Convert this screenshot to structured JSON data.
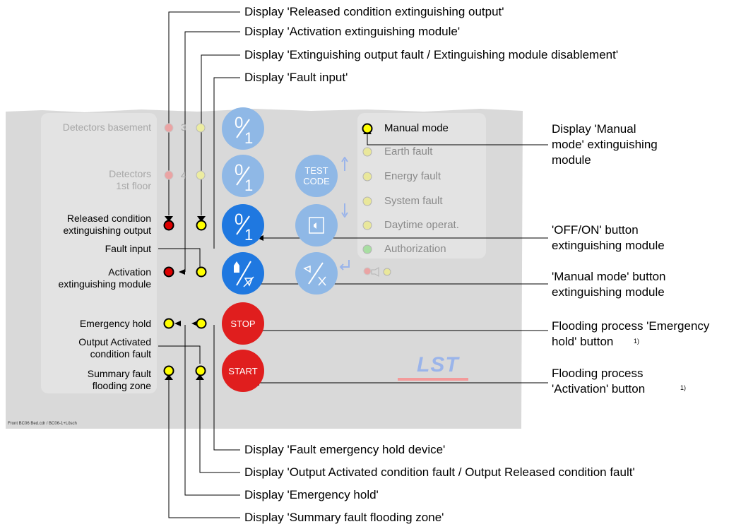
{
  "top_callouts": [
    "Display 'Released condition extinguishing output'",
    "Display 'Activation extinguishing module'",
    "Display 'Extinguishing output fault / Extinguishing module disablement'",
    "Display 'Fault input'"
  ],
  "bottom_callouts": [
    "Display 'Fault emergency hold device'",
    "Display 'Output Activated condition fault / Output Released condition fault'",
    "Display 'Emergency hold'",
    "Display 'Summary fault flooding zone'"
  ],
  "right_callouts": {
    "manual_mode_display": [
      "Display 'Manual",
      "mode' extinguishing",
      "module"
    ],
    "off_on_button": [
      "'OFF/ON' button",
      "extinguishing module"
    ],
    "manual_mode_button": [
      "'Manual mode' button",
      "extinguishing module"
    ],
    "emergency_hold_button": [
      "Flooding process 'Emergency",
      "hold' button"
    ],
    "activation_button": [
      "Flooding process",
      "'Activation' button"
    ],
    "footnote_mark": "1)"
  },
  "panel_labels": {
    "detectors_basement": "Detectors basement",
    "detectors_1st_floor": [
      "Detectors",
      "1st floor"
    ],
    "released_condition": [
      "Released condition",
      "extinguishing output"
    ],
    "fault_input": "Fault input",
    "activation": [
      "Activation",
      "extinguishing module"
    ],
    "emergency_hold": "Emergency hold",
    "output_activated": [
      "Output Activated",
      "condition fault"
    ],
    "summary_fault": [
      "Summary fault",
      "flooding zone"
    ]
  },
  "zone_numbers": [
    "3",
    "4"
  ],
  "buttons": {
    "off_on_glyph": "0/1",
    "test_code": [
      "TEST",
      "CODE"
    ],
    "stop": "STOP",
    "start": "START"
  },
  "status_leds": [
    {
      "label": "Manual mode",
      "color": "#ffff00",
      "active": true
    },
    {
      "label": "Earth fault",
      "color": "#e3e08c",
      "active": false
    },
    {
      "label": "Energy fault",
      "color": "#e3e08c",
      "active": false
    },
    {
      "label": "System fault",
      "color": "#e3e08c",
      "active": false
    },
    {
      "label": "Daytime operat.",
      "color": "#e3e08c",
      "active": false
    },
    {
      "label": "Authorization",
      "color": "#9ed89a",
      "active": false
    }
  ],
  "logo": "LST",
  "footer": "Front BC06 Bed.cdr / BC06-1+Lösch",
  "colors": {
    "panel": "#d8d8d8",
    "inner_panel": "#cdcdcd",
    "button_active": "#1f78e0",
    "button_faded": "#8fb8e6",
    "stop_red": "#e01e1e",
    "led_red": "#dd0000",
    "led_yellow": "#ffff00"
  }
}
